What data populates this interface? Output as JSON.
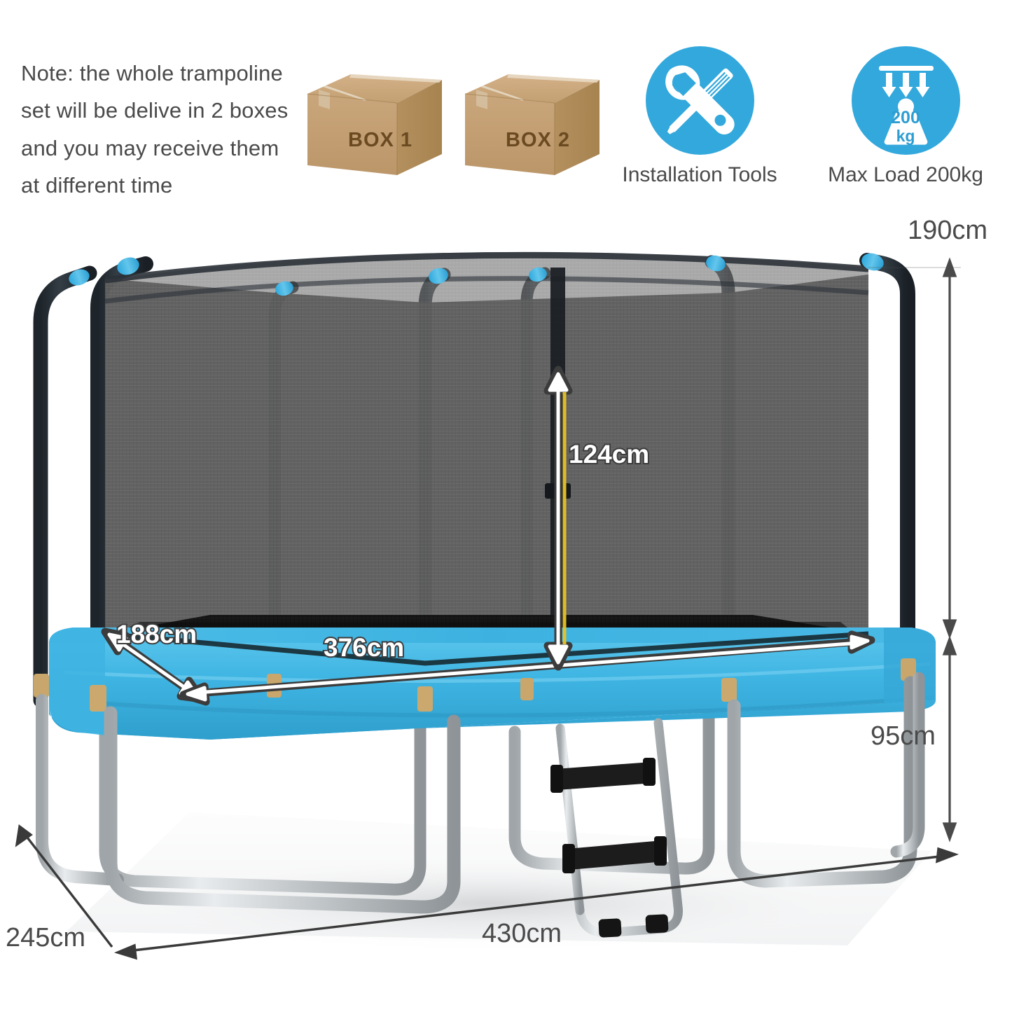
{
  "note": {
    "text": "Note: the whole trampoline set will be delive in 2 boxes and you may receive them at different time"
  },
  "packaging": {
    "box1_label": "BOX 1",
    "box2_label": "BOX 2"
  },
  "features": [
    {
      "icon": "tools-icon",
      "caption": "Installation Tools"
    },
    {
      "icon": "max-load-icon",
      "caption": "Max Load 200kg",
      "weight_value": "200",
      "weight_unit": "kg"
    }
  ],
  "dimensions": {
    "overall_height": "190cm",
    "net_height": "124cm",
    "mat_width": "188cm",
    "mat_length": "376cm",
    "frame_height": "95cm",
    "overall_depth": "245cm",
    "overall_length": "430cm"
  },
  "colors": {
    "accent_blue": "#33a8dc",
    "pad_blue": "#3bb3df",
    "pole_dark": "#2b3238",
    "net_gray": "#5a5a5a",
    "mat_black": "#161616",
    "frame_silver": "#c9ccce",
    "box_kraft": "#c8a478",
    "box_text": "#6b4a22",
    "text_gray": "#4a4a4a"
  }
}
